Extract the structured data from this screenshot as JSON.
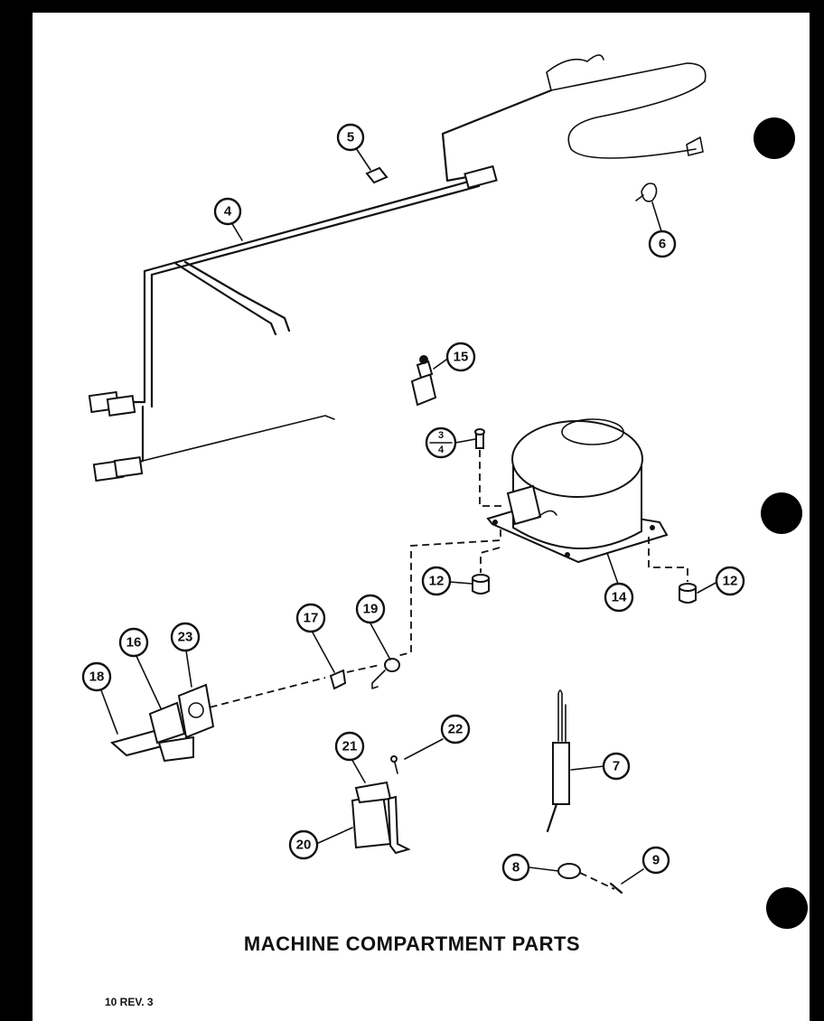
{
  "title": "MACHINE COMPARTMENT PARTS",
  "revision": "10 REV. 3",
  "callouts": [
    {
      "id": "c4",
      "label": "4"
    },
    {
      "id": "c5",
      "label": "5"
    },
    {
      "id": "c6a",
      "label": "6"
    },
    {
      "id": "c15",
      "label": "15"
    },
    {
      "id": "c34",
      "label_top": "3",
      "label_bottom": "4"
    },
    {
      "id": "c12a",
      "label": "12"
    },
    {
      "id": "c14",
      "label": "14"
    },
    {
      "id": "c12b",
      "label": "12"
    },
    {
      "id": "c17",
      "label": "17"
    },
    {
      "id": "c19",
      "label": "19"
    },
    {
      "id": "c16",
      "label": "16"
    },
    {
      "id": "c23",
      "label": "23"
    },
    {
      "id": "c18",
      "label": "18"
    },
    {
      "id": "c22",
      "label": "22"
    },
    {
      "id": "c21",
      "label": "21"
    },
    {
      "id": "c20",
      "label": "20"
    },
    {
      "id": "c7",
      "label": "7"
    },
    {
      "id": "c8",
      "label": "8"
    },
    {
      "id": "c9",
      "label": "9"
    }
  ]
}
